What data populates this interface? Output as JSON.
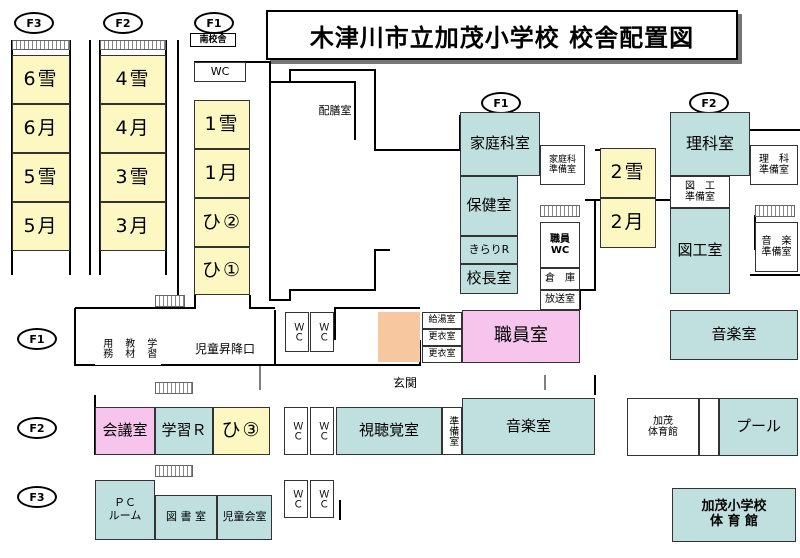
{
  "title": "木津川市立加茂小学校 校舎配置図",
  "floors": {
    "f1": "F1",
    "f2": "F2",
    "f3": "F3"
  },
  "south_building": "南校舎",
  "rooms": {
    "r6snow": "6雪",
    "r6mon": "6月",
    "r5snow": "5雪",
    "r5mon": "5月",
    "r4snow": "4雪",
    "r4mon": "4月",
    "r3snow": "3雪",
    "r3mon": "3月",
    "r1snow": "1雪",
    "r1mon": "1月",
    "hi2": "ひ②",
    "hi1": "ひ①",
    "wc": "WC",
    "haizen": "配膳室",
    "kateika": "家庭科室",
    "kateika_prep": "家庭科\n準備室",
    "hoken": "保健室",
    "kirari": "きらりR",
    "kocho": "校長室",
    "staff_wc": "職員\nWC",
    "soko": "倉　庫",
    "hoso": "放送室",
    "r2snow": "2雪",
    "r2mon": "2月",
    "rika": "理科室",
    "rika_prep": "理　科\n準備室",
    "zuko_prep": "図　工\n準備室",
    "zuko": "図工室",
    "ongaku_prep": "音　楽\n準備室",
    "ongaku_n": "音楽室",
    "yomu": "用務",
    "kyozai": "教材",
    "gakushu": "学習",
    "jido_shokoguchi": "児童昇降口",
    "wc_v": "ＷＣ",
    "kyuto": "給湯室",
    "koui1": "更衣室",
    "koui2": "更衣室",
    "shokuin": "職員室",
    "genkan": "玄関",
    "kaigi": "会議室",
    "gakushu_r": "学習Ｒ",
    "hi3": "ひ③",
    "shichokaku": "視聴覚室",
    "junbi": "準備室",
    "ongaku_s": "音楽室",
    "pc": "ＰＣ\nルーム",
    "tosho": "図 書 室",
    "jidokai": "児童会室",
    "gym_label": "加茂\n体育館",
    "pool": "プール",
    "gym_big": "加茂小学校\n体 育 館"
  }
}
